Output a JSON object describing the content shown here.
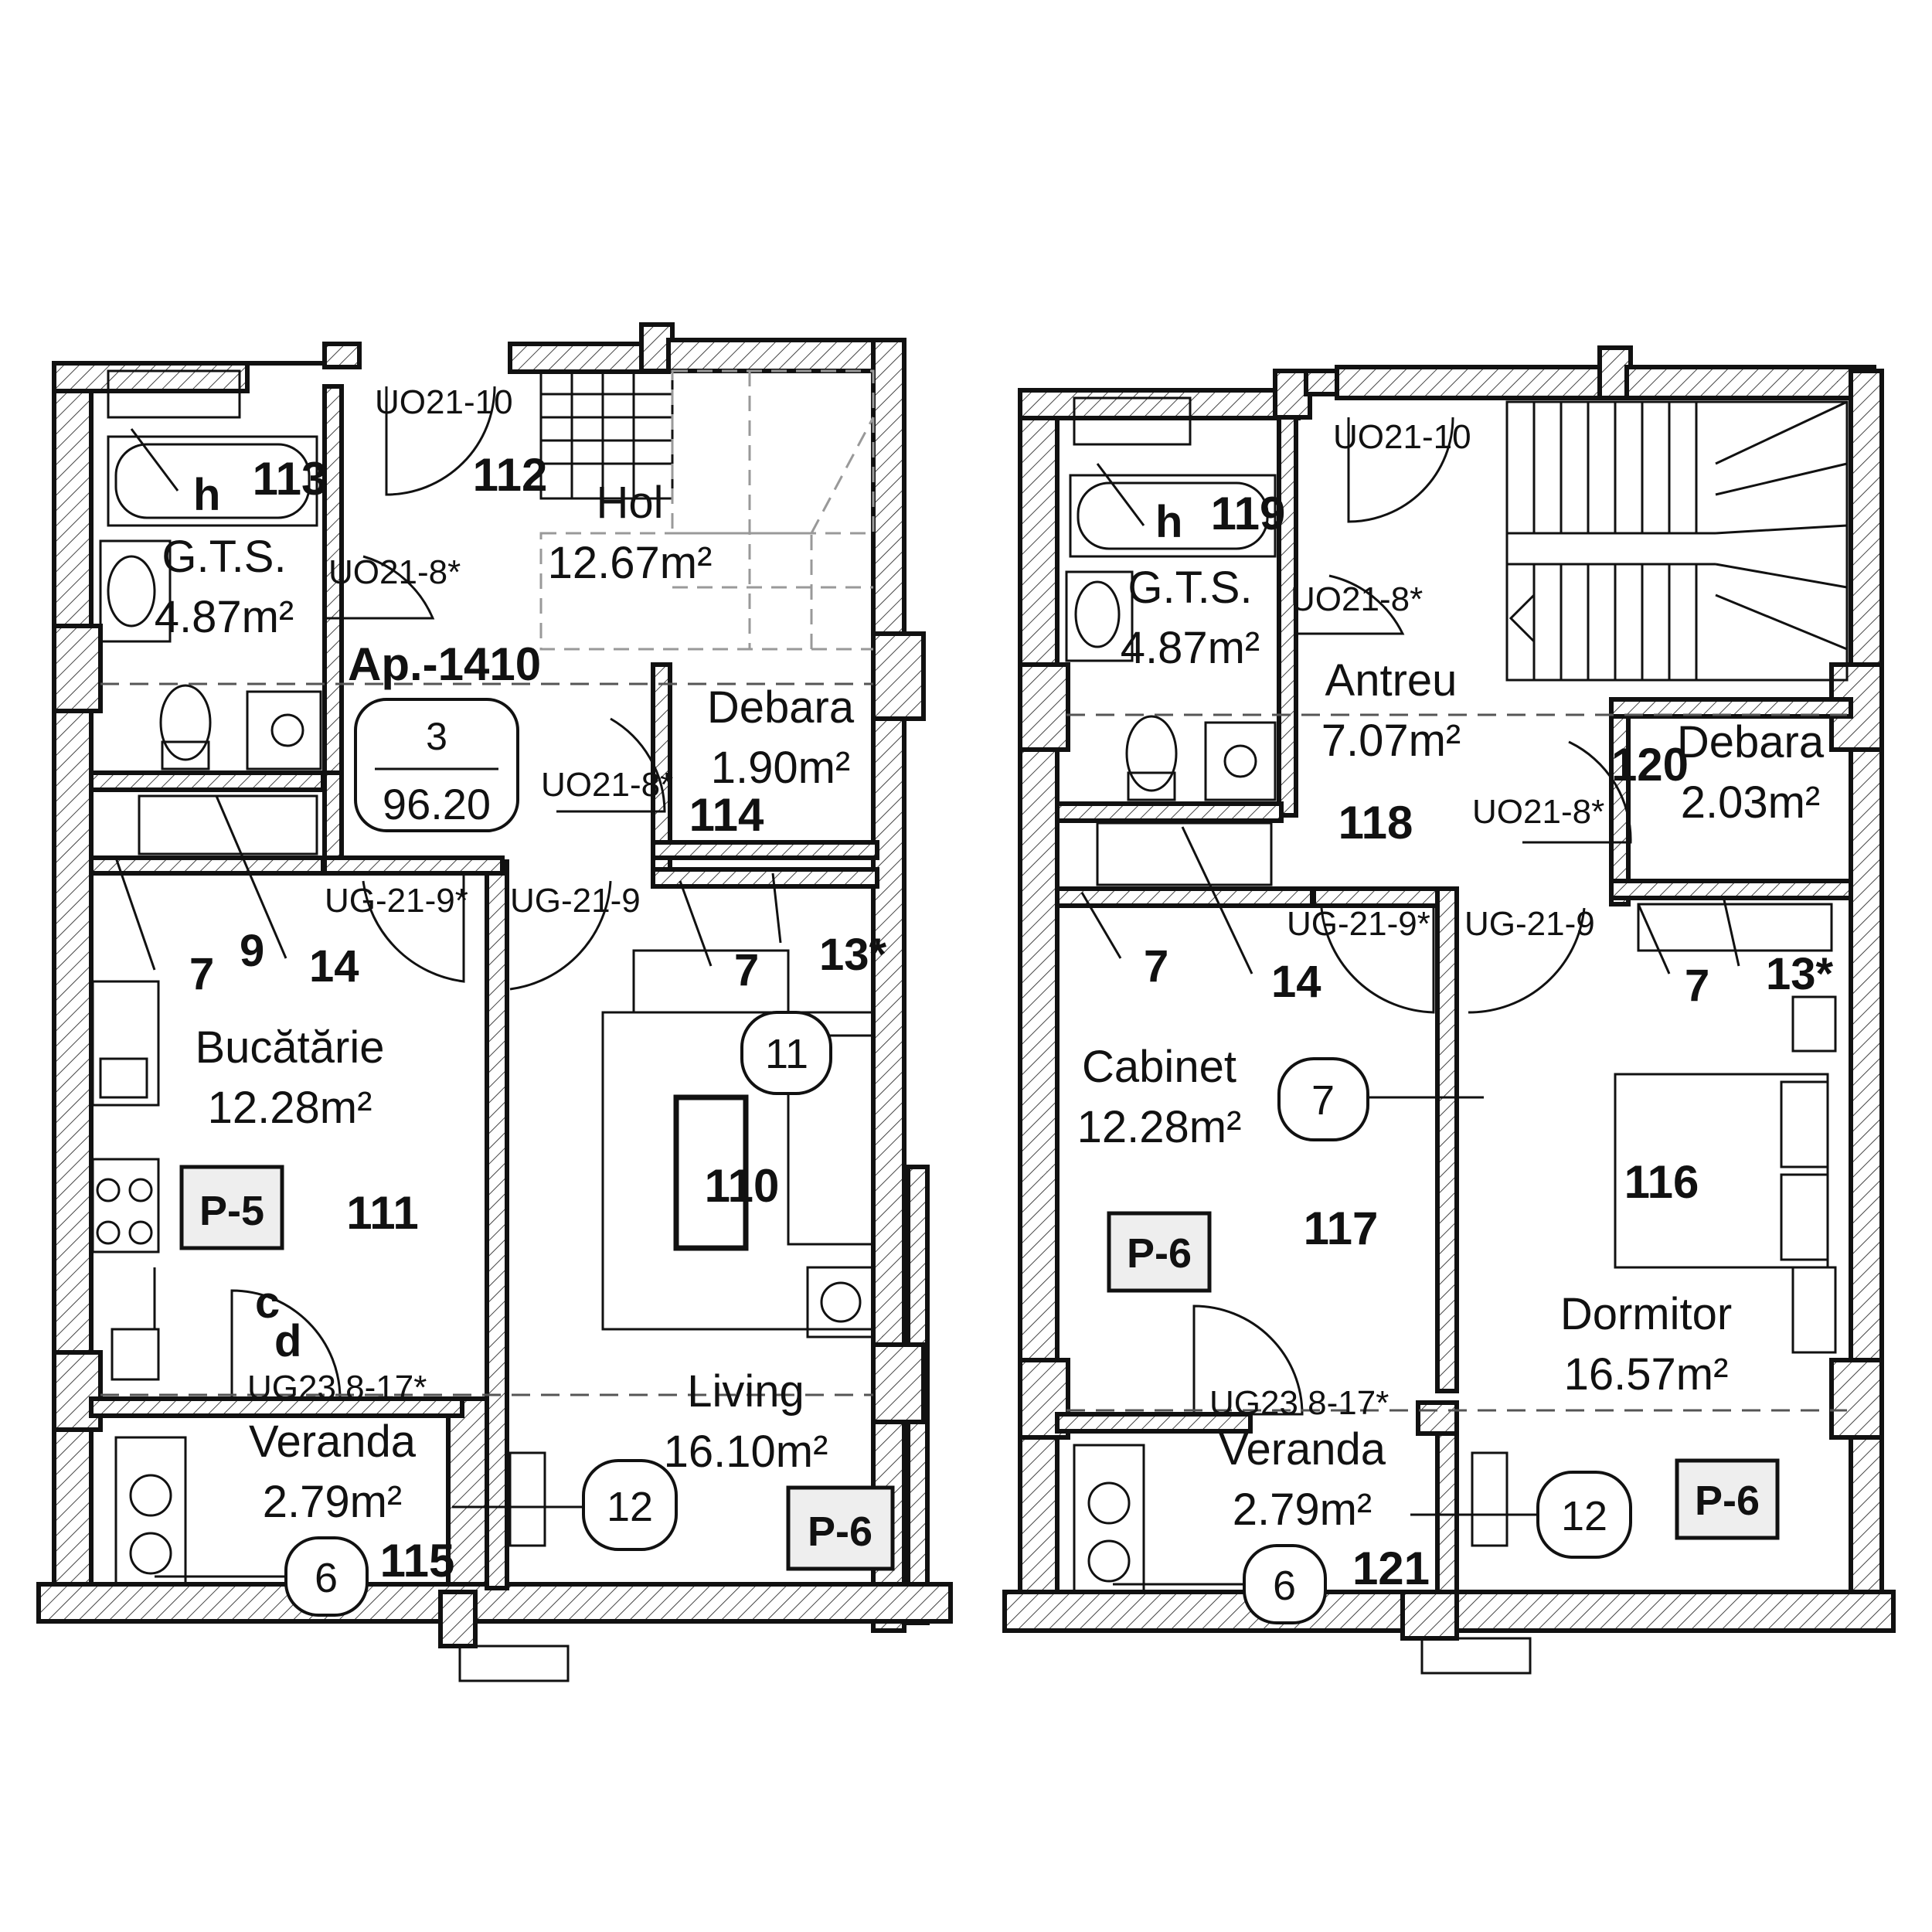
{
  "plans": [
    {
      "apartment": "Ap.-1410",
      "badge": {
        "top": "3",
        "bottom": "96.20"
      },
      "rooms": [
        {
          "name": "G.T.S.",
          "area": "4.87m²",
          "number": "113"
        },
        {
          "name": "Hol",
          "area": "12.67m²",
          "number": "112"
        },
        {
          "name": "Debara",
          "area": "1.90m²",
          "number": "114"
        },
        {
          "name": "Bucătărie",
          "area": "12.28m²",
          "number": "111"
        },
        {
          "name": "Living",
          "area": "16.10m²",
          "number": "110"
        },
        {
          "name": "Veranda",
          "area": "2.79m²",
          "number": "115"
        }
      ],
      "doors": [
        "UO21-10",
        "UO21-8*",
        "UO21-8*",
        "UG-21-9*",
        "UG-21-9",
        "UG23 8-17*"
      ],
      "fixtures": [
        "h",
        "7",
        "9",
        "14",
        "7",
        "13*",
        "c",
        "d"
      ],
      "circles": [
        "11",
        "12",
        "6"
      ],
      "tags": [
        "P-5",
        "P-6"
      ]
    },
    {
      "rooms": [
        {
          "name": "G.T.S.",
          "area": "4.87m²",
          "number": "119"
        },
        {
          "name": "Antreu",
          "area": "7.07m²",
          "number": "118"
        },
        {
          "name": "Debara",
          "area": "2.03m²",
          "number": "120"
        },
        {
          "name": "Cabinet",
          "area": "12.28m²",
          "number": "117"
        },
        {
          "name": "Dormitor",
          "area": "16.57m²",
          "number": "116"
        },
        {
          "name": "Veranda",
          "area": "2.79m²",
          "number": "121"
        }
      ],
      "doors": [
        "UO21-10",
        "UO21-8*",
        "UO21-8*",
        "UG-21-9*",
        "UG-21-9",
        "UG23 8-17*"
      ],
      "fixtures": [
        "h",
        "7",
        "14",
        "7",
        "13*"
      ],
      "circles": [
        "7",
        "12",
        "6"
      ],
      "tags": [
        "P-6",
        "P-6"
      ]
    }
  ]
}
